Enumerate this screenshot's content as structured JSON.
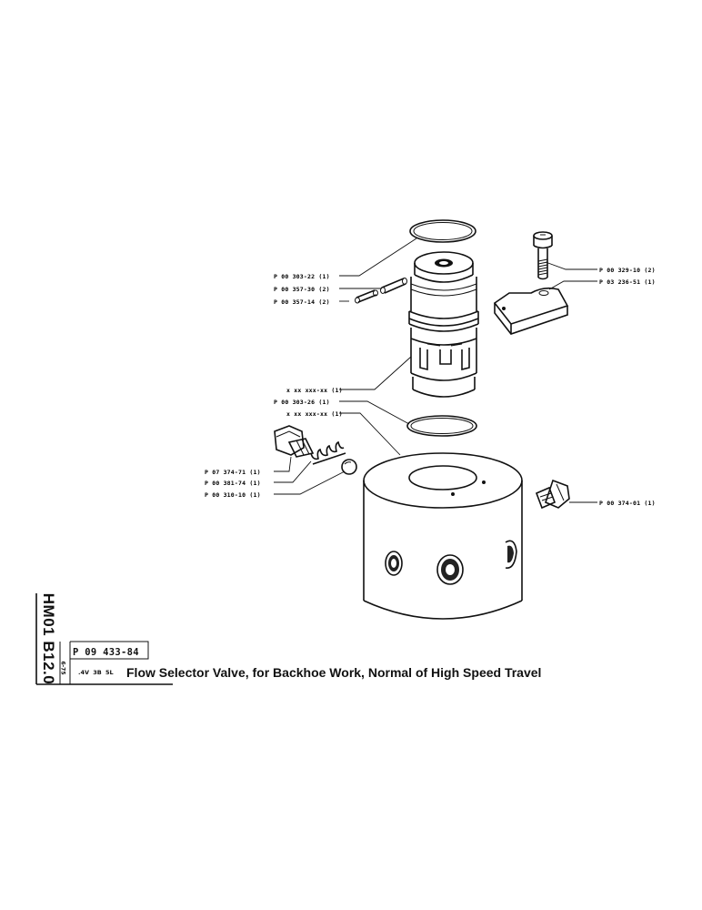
{
  "drawing": {
    "callouts": {
      "o_ring_top": "P 00 303-22 (1)",
      "pin_long": "P 00 357-30 (2)",
      "pin_short": "P 00 357-14 (2)",
      "spool_assembly": "x xx xxx-xx (1)",
      "o_ring_lower": "P 00 303-26 (1)",
      "valve_body": "x xx xxx-xx (1)",
      "screw": "P 00 329-10 (2)",
      "retaining_plate": "P 03 236-51 (1)",
      "plug_left": "P 07 374-71 (1)",
      "spring": "P 00 381-74 (1)",
      "ball": "P 00 310-10 (1)",
      "plug_right": "P 00 374-01 (1)"
    }
  },
  "title_block": {
    "side_code": "HM01 B12.0",
    "side_date": "6-75",
    "part_number": "P 09 433-84",
    "model_codes": ".4V 3B 5L",
    "title": "Flow Selector Valve, for Backhoe Work, Normal of High Speed Travel"
  }
}
